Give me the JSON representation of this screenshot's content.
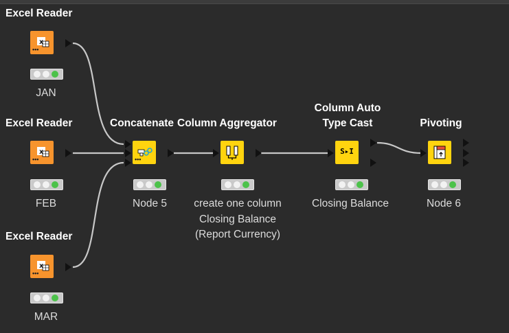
{
  "nodes": {
    "jan": {
      "title": "Excel Reader",
      "label": "JAN"
    },
    "feb": {
      "title": "Excel Reader",
      "label": "FEB"
    },
    "mar": {
      "title": "Excel Reader",
      "label": "MAR"
    },
    "concatenate": {
      "title": "Concatenate",
      "label": "Node 5"
    },
    "aggregator": {
      "title": "Column Aggregator",
      "label_lines": [
        "create one column",
        "Closing Balance",
        "(Report Currency)"
      ]
    },
    "autocast": {
      "title_lines": [
        "Column Auto",
        "Type Cast"
      ],
      "label": "Closing Balance",
      "icon_text": "S▸I"
    },
    "pivoting": {
      "title": "Pivoting",
      "label": "Node 6"
    }
  },
  "colors": {
    "background": "#2b2b2b",
    "reader_node": "#f7942d",
    "manipulator_node": "#ffd40f",
    "status_green": "#4cc24a",
    "wire": "#c8c8c8"
  },
  "icons": {
    "reader": "excel-reader-icon",
    "concatenate": "concatenate-icon",
    "aggregator": "column-aggregator-icon",
    "autocast": "auto-type-cast-icon",
    "pivoting": "pivoting-icon"
  }
}
